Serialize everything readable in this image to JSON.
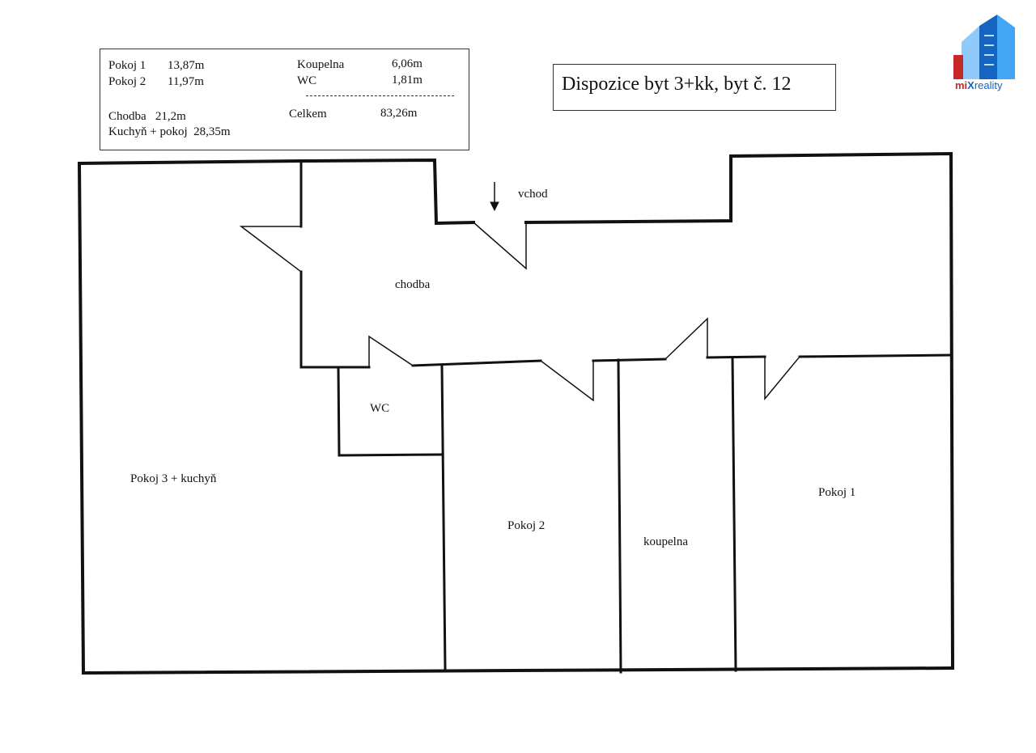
{
  "legend": {
    "pokoj1_label": "Pokoj 1",
    "pokoj1_value": "13,87m",
    "pokoj2_label": "Pokoj 2",
    "pokoj2_value": "11,97m",
    "chodba": "Chodba   21,2m",
    "kuchyn": "Kuchyň + pokoj  28,35m",
    "koupelna_label": "Koupelna",
    "koupelna_value": "6,06m",
    "wc_label": "WC",
    "wc_value": "1,81m",
    "celkem_label": "Celkem",
    "celkem_value": "83,26m"
  },
  "title": "Dispozice byt 3+kk,  byt  č. 12",
  "logo": {
    "mix": "mi",
    "x": "X",
    "reality": "reality",
    "colors": {
      "red": "#c62828",
      "blue": "#1565c0",
      "light_blue": "#90caf9"
    }
  },
  "rooms": {
    "vchod": "vchod",
    "chodba": "chodba",
    "wc": "WC",
    "pokoj3": "Pokoj 3 + kuchyň",
    "pokoj2": "Pokoj 2",
    "koupelna": "koupelna",
    "pokoj1": "Pokoj 1"
  }
}
